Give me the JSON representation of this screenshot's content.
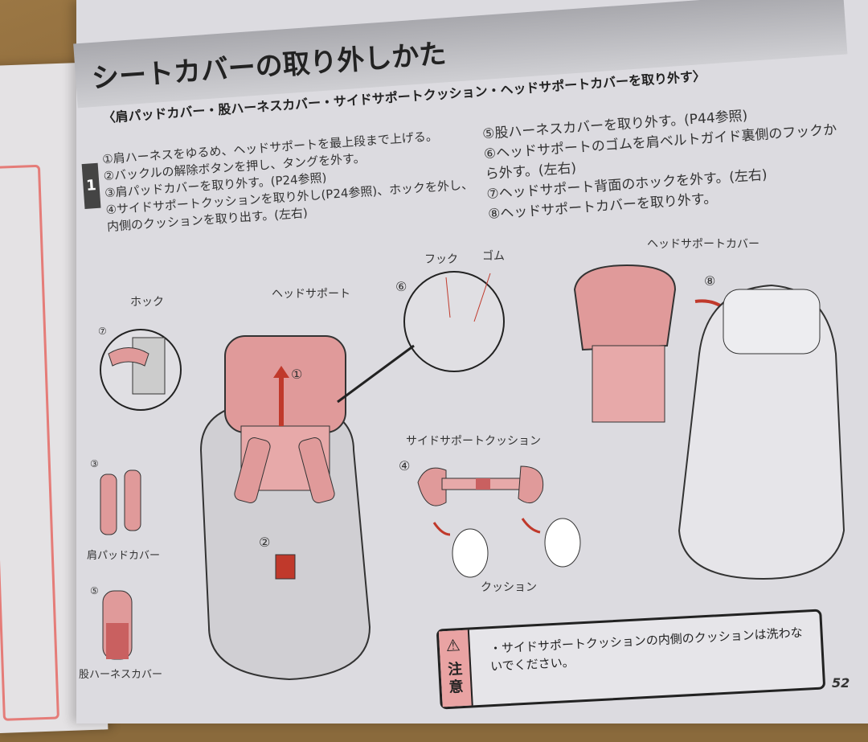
{
  "title": "シートカバーの取り外しかた",
  "section_heading": "〈肩パッドカバー・股ハーネスカバー・サイドサポートクッション・ヘッドサポートカバーを取り外す〉",
  "step_number": "1",
  "steps_left": [
    "①肩ハーネスをゆるめ、ヘッドサポートを最上段まで上げる。",
    "②バックルの解除ボタンを押し、タングを外す。",
    "③肩パッドカバーを取り外す。(P24参照)",
    "④サイドサポートクッションを取り外し(P24参照)、ホックを外し、内側のクッションを取り出す。(左右)"
  ],
  "steps_right": [
    "⑤股ハーネスカバーを取り外す。(P44参照)",
    "⑥ヘッドサポートのゴムを肩ベルトガイド裏側のフックから外す。(左右)",
    "⑦ヘッドサポート背面のホックを外す。(左右)",
    "⑧ヘッドサポートカバーを取り外す。"
  ],
  "figure_labels": {
    "hook_snap": "ホック",
    "n7": "⑦",
    "head_support": "ヘッドサポート",
    "n1": "①",
    "n2": "②",
    "n3": "③",
    "shoulder_pad_cover": "肩パッドカバー",
    "n5": "⑤",
    "crotch_cover": "股ハーネスカバー",
    "n6": "⑥",
    "hook": "フック",
    "rubber": "ゴム",
    "n4": "④",
    "side_cushion": "サイドサポートクッション",
    "cushion": "クッション",
    "head_cover": "ヘッドサポートカバー",
    "n8": "⑧"
  },
  "caution": {
    "icon": "warning-triangle-icon",
    "label": "注意",
    "text": "・サイドサポートクッションの内側のクッションは洗わないでください。"
  },
  "page_number": "52",
  "colors": {
    "accent_pink": "#e09a9a",
    "accent_red": "#c0392b",
    "page": "#dcdbe0"
  }
}
